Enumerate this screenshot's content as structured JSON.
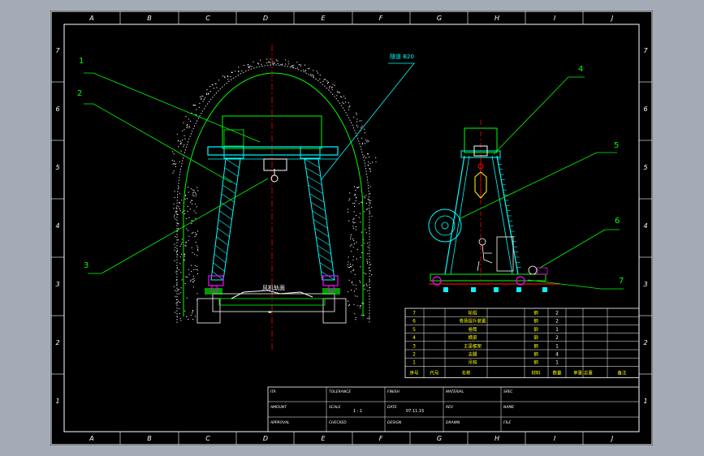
{
  "colors": {
    "window_bg": "#a3acb6",
    "sheet_bg": "#000000",
    "frame": "#ffffff",
    "green": "#00ff00",
    "cyan": "#00ffff",
    "red": "#ff0000",
    "magenta": "#ff00ff",
    "yellow": "#ffff00",
    "white": "#ffffff"
  },
  "border": {
    "columns_top": [
      "A",
      "B",
      "C",
      "D",
      "E",
      "F",
      "G",
      "H",
      "I",
      "J"
    ],
    "columns_bottom": [
      "A",
      "B",
      "C",
      "D",
      "E",
      "F",
      "G",
      "H",
      "I",
      "J"
    ],
    "rows": [
      "7",
      "6",
      "5",
      "4",
      "3",
      "2",
      "1"
    ]
  },
  "callouts": {
    "c1": "1",
    "c2": "2",
    "c3": "3",
    "c4": "4",
    "c5": "5",
    "c6": "6",
    "c7": "7",
    "note_b20": "隧道 B20",
    "floor_label": "风机轨面"
  },
  "parts_table": {
    "rows": [
      {
        "no": "7",
        "name": "轮组",
        "material": "钢",
        "qty": "2"
      },
      {
        "no": "6",
        "name": "卷扬提升装置",
        "material": "钢",
        "qty": "2"
      },
      {
        "no": "5",
        "name": "卷筒",
        "material": "钢",
        "qty": "1"
      },
      {
        "no": "4",
        "name": "横梁",
        "material": "钢",
        "qty": "2"
      },
      {
        "no": "3",
        "name": "主梁框架",
        "material": "钢",
        "qty": "1"
      },
      {
        "no": "2",
        "name": "支腿",
        "material": "钢",
        "qty": "4"
      },
      {
        "no": "1",
        "name": "吊钩",
        "material": "钢",
        "qty": "1"
      }
    ],
    "header": {
      "no": "序号",
      "code": "代号",
      "name": "名称",
      "material": "材料",
      "qty": "数量",
      "weight": "单重 总重",
      "note": "备注"
    }
  },
  "title_block": {
    "r1": [
      "ITA",
      "TOLERANCE",
      "FINISH",
      "MATERIAL",
      "SPEC"
    ],
    "r2": [
      "AMOUNT",
      "SCALE",
      "DATE",
      "REV",
      "NAME"
    ],
    "r2_values": {
      "scale": "1 : 1",
      "date": "07.11.15"
    },
    "r3": [
      "APPROVAL",
      "CHECKED",
      "DESIGN",
      "DRAWN",
      "FILE"
    ]
  }
}
